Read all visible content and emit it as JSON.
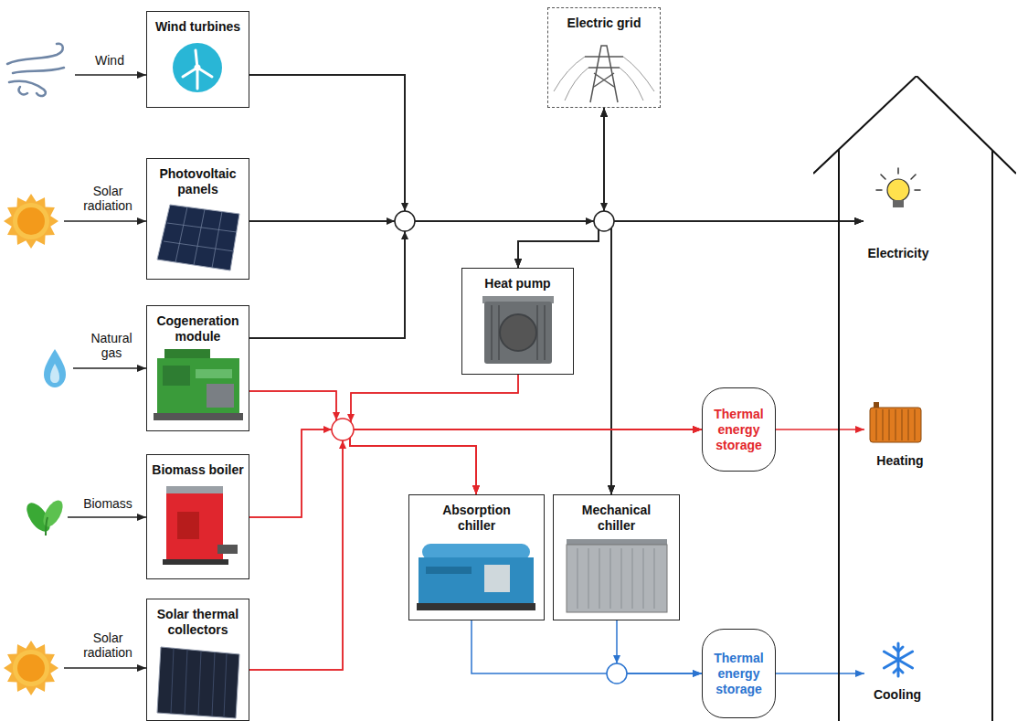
{
  "diagram": {
    "nodes": [
      {
        "text": [
          "Wind turbines"
        ]
      },
      {
        "text": [
          "Photovoltaic panels"
        ]
      },
      {
        "text": [
          "Cogeneration module"
        ]
      },
      {
        "text": [
          "Biomass boiler"
        ]
      },
      {
        "text": [
          "Solar thermal collectors"
        ]
      },
      {
        "text": [
          "Electric grid"
        ]
      },
      {
        "text": [
          "Heat pump"
        ]
      },
      {
        "text": [
          "Absorption chiller"
        ]
      },
      {
        "text": [
          "Mechanical chiller"
        ]
      },
      {
        "text": [
          "Thermal energy storage"
        ]
      },
      {
        "text": [
          "Thermal energy storage"
        ]
      },
      {
        "text": [
          "Electricity",
          "Heating",
          "Cooling"
        ]
      }
    ],
    "edges": [
      {
        "from": 0,
        "to": 5,
        "arrow": "to"
      },
      {
        "from": 0,
        "to": 11,
        "arrow": "to"
      },
      {
        "from": 0,
        "to": 6,
        "arrow": "to"
      },
      {
        "from": 0,
        "to": 8,
        "arrow": "to"
      },
      {
        "from": 1,
        "to": 5,
        "arrow": "to"
      },
      {
        "from": 1,
        "to": 11,
        "arrow": "to"
      },
      {
        "from": 1,
        "to": 6,
        "arrow": "to"
      },
      {
        "from": 1,
        "to": 8,
        "arrow": "to"
      },
      {
        "from": 2,
        "to": 5,
        "arrow": "to"
      },
      {
        "from": 2,
        "to": 11,
        "arrow": "to"
      },
      {
        "from": 2,
        "to": 6,
        "arrow": "to"
      },
      {
        "from": 2,
        "to": 8,
        "arrow": "to"
      },
      {
        "from": 5,
        "to": 11,
        "arrow": "to"
      },
      {
        "from": 5,
        "to": 6,
        "arrow": "to"
      },
      {
        "from": 5,
        "to": 8,
        "arrow": "to"
      },
      {
        "from": 2,
        "to": 9,
        "arrow": "to"
      },
      {
        "from": 2,
        "to": 7,
        "arrow": "to"
      },
      {
        "from": 6,
        "to": 9,
        "arrow": "to"
      },
      {
        "from": 6,
        "to": 7,
        "arrow": "to"
      },
      {
        "from": 3,
        "to": 9,
        "arrow": "to"
      },
      {
        "from": 3,
        "to": 7,
        "arrow": "to"
      },
      {
        "from": 4,
        "to": 9,
        "arrow": "to"
      },
      {
        "from": 4,
        "to": 7,
        "arrow": "to"
      },
      {
        "from": 9,
        "to": 11,
        "arrow": "to"
      },
      {
        "from": 7,
        "to": 10,
        "arrow": "to"
      },
      {
        "from": 8,
        "to": 10,
        "arrow": "to"
      },
      {
        "from": 10,
        "to": 11,
        "arrow": "to"
      }
    ],
    "labels": [
      "Wind",
      "Solar radiation",
      "Natural gas",
      "Biomass",
      "Solar radiation"
    ]
  }
}
